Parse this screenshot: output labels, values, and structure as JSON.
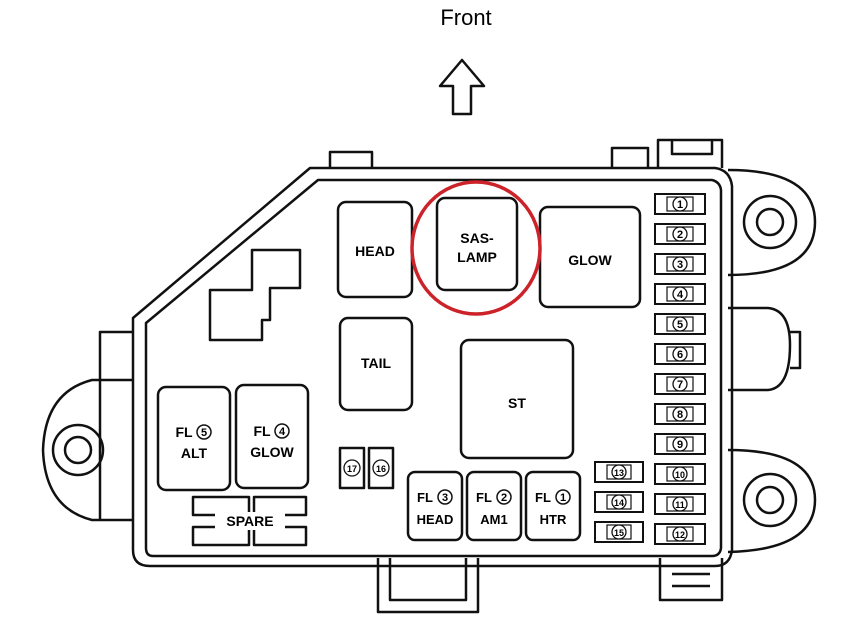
{
  "title": "Front",
  "highlight_color": "#cc2229",
  "line_color": "#111111",
  "relays": {
    "head": "HEAD",
    "sas_lamp_1": "SAS-",
    "sas_lamp_2": "LAMP",
    "glow": "GLOW",
    "tail": "TAIL",
    "st": "ST"
  },
  "fusible_links": [
    {
      "prefix": "FL",
      "num": "5",
      "name": "ALT"
    },
    {
      "prefix": "FL",
      "num": "4",
      "name": "GLOW"
    },
    {
      "prefix": "FL",
      "num": "3",
      "name": "HEAD"
    },
    {
      "prefix": "FL",
      "num": "2",
      "name": "AM1"
    },
    {
      "prefix": "FL",
      "num": "1",
      "name": "HTR"
    }
  ],
  "spare_label": "SPARE",
  "fuses": [
    "1",
    "2",
    "3",
    "4",
    "5",
    "6",
    "7",
    "8",
    "9",
    "10",
    "11",
    "12",
    "13",
    "14",
    "15",
    "16",
    "17"
  ]
}
